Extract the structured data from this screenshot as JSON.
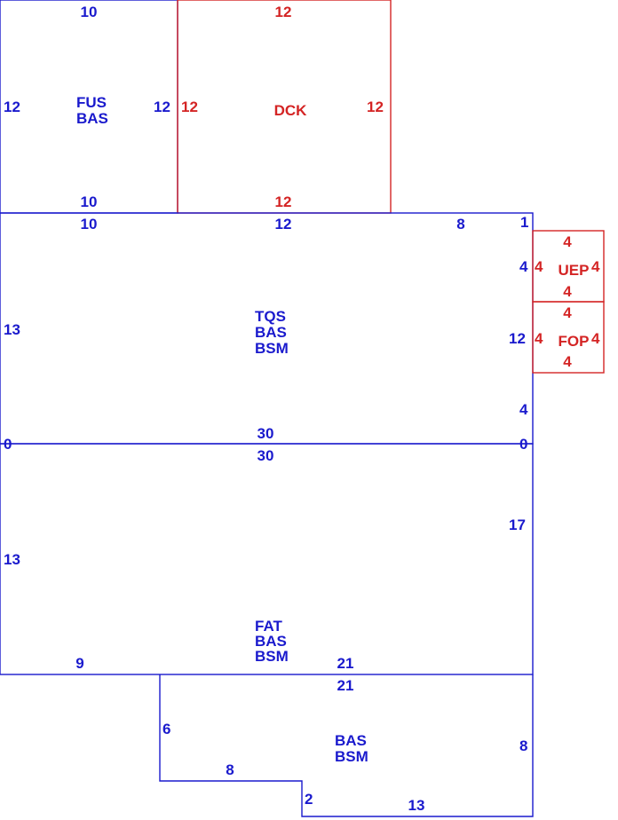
{
  "colors": {
    "blue": "#1a1acd",
    "red": "#d42424"
  },
  "fus": {
    "labels": [
      "FUS",
      "BAS"
    ],
    "dims": {
      "top": "10",
      "bottom": "10",
      "left": "12",
      "right": "12"
    }
  },
  "dck": {
    "label": "DCK",
    "dims": {
      "top": "12",
      "bottom": "12",
      "left": "12",
      "right": "12"
    }
  },
  "tqs": {
    "labels": [
      "TQS",
      "BAS",
      "BSM"
    ],
    "dims": {
      "top_a": "10",
      "top_b": "12",
      "top_c": "8",
      "corner_right": "1",
      "right_upper": "4",
      "right_mid": "12",
      "right_lower": "4",
      "left": "13",
      "bottom": "30",
      "left_zero": "0",
      "right_zero": "0"
    }
  },
  "uep": {
    "label": "UEP",
    "dims": {
      "top": "4",
      "bottom": "4",
      "left": "4",
      "right": "4"
    }
  },
  "fop": {
    "label": "FOP",
    "dims": {
      "top": "4",
      "bottom": "4",
      "left": "4",
      "right": "4"
    }
  },
  "fat": {
    "labels": [
      "FAT",
      "BAS",
      "BSM"
    ],
    "dims": {
      "top": "30",
      "left": "13",
      "right": "17",
      "bottom_left": "9",
      "bottom_right": "21"
    }
  },
  "bas": {
    "labels": [
      "BAS",
      "BSM"
    ],
    "dims": {
      "top": "21",
      "left": "6",
      "step_h": "8",
      "step_v": "2",
      "bottom": "13",
      "right": "8"
    }
  }
}
